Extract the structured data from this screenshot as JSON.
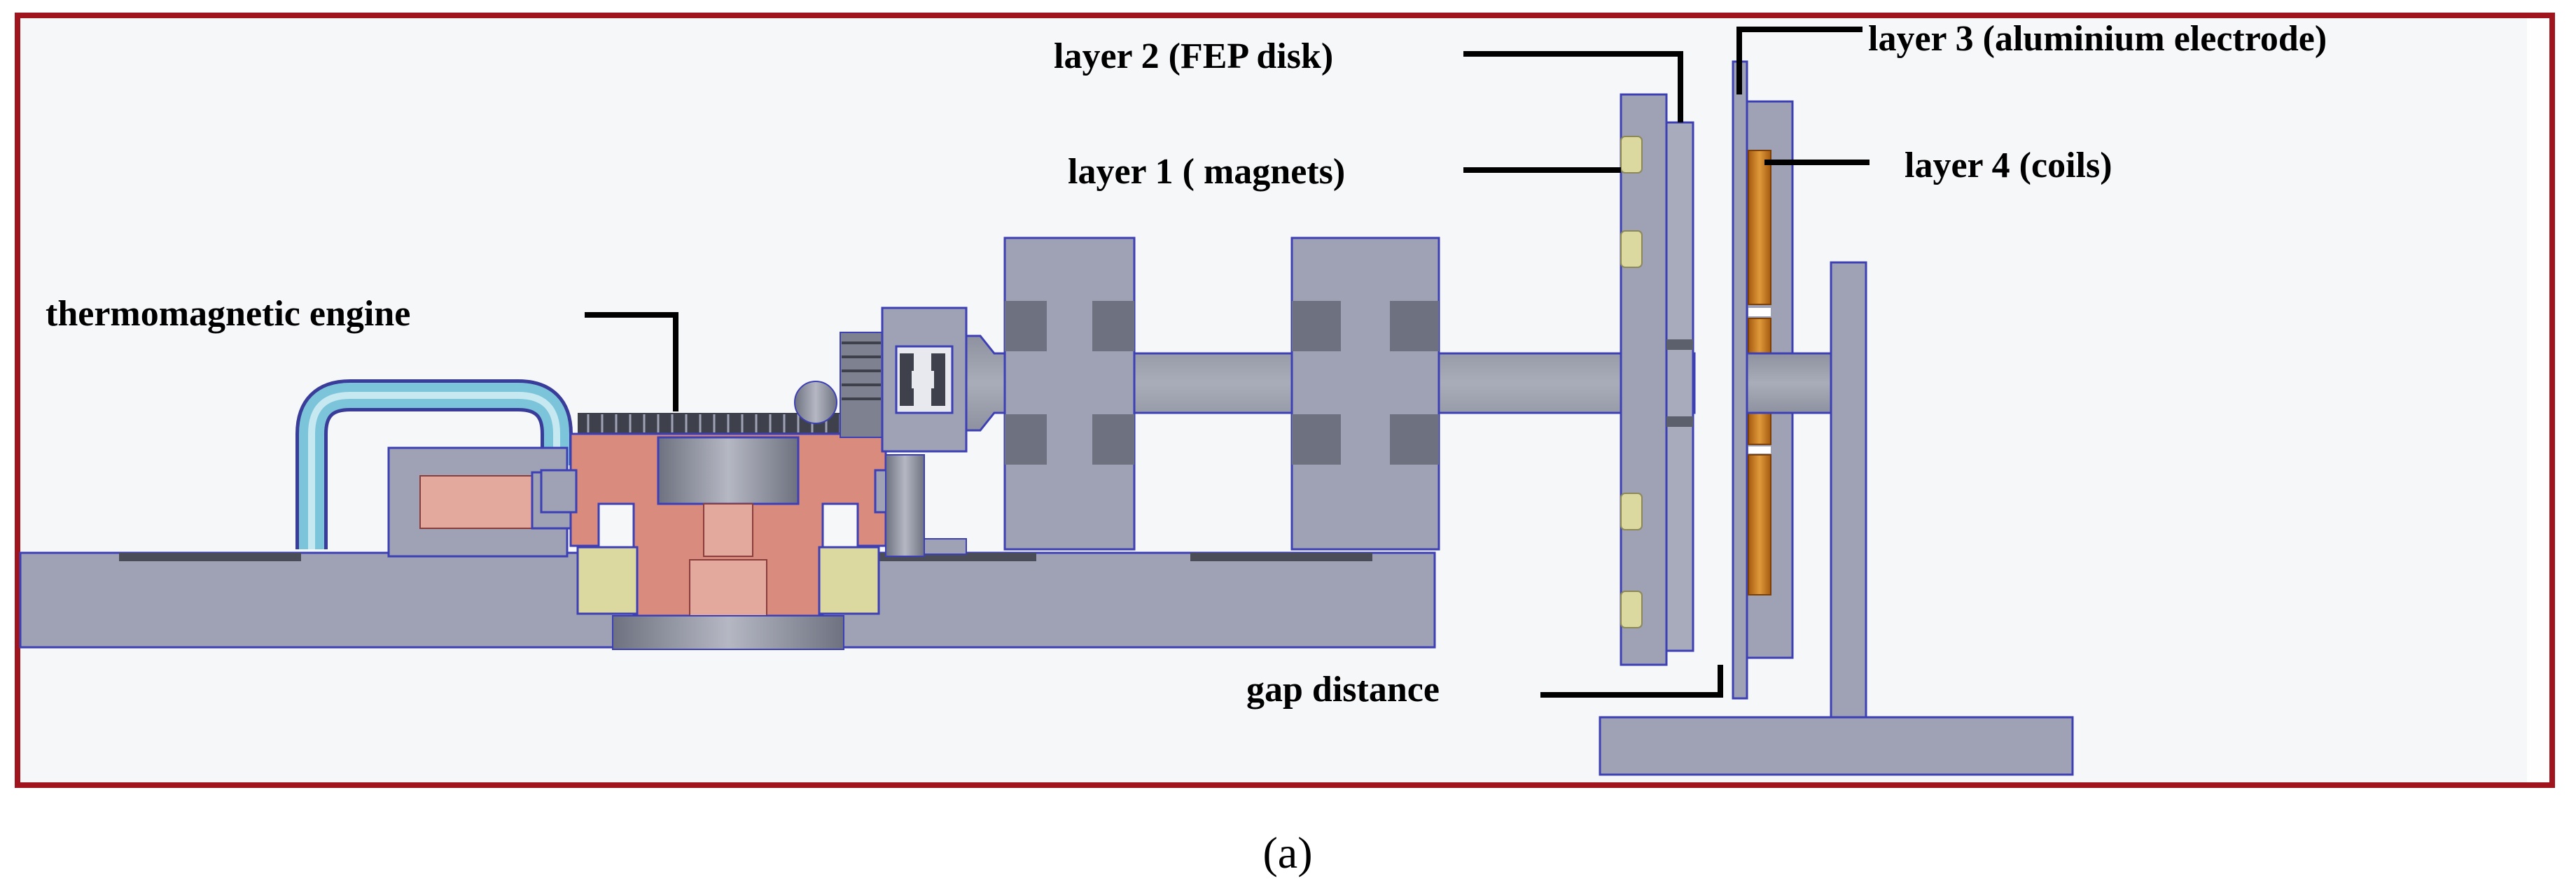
{
  "labels": {
    "engine": "thermomagnetic engine",
    "layer1": "layer 1 ( magnets)",
    "layer2": "layer 2 (FEP disk)",
    "layer3": "layer 3 (aluminium electrode)",
    "layer4": "layer 4 (coils)",
    "gap": "gap distance"
  },
  "caption": "(a)",
  "colors": {
    "frame": "#a0141e",
    "steel": "#9ea2ae",
    "steel_dark": "#7e8290",
    "outline": "#3d3fb5",
    "copper": "#d98b7e",
    "copper_light": "#e2a99c",
    "magnet": "#dcd9a0",
    "coil": "#c8781c",
    "pipe": "#64b6cc",
    "leader": "#000000"
  }
}
